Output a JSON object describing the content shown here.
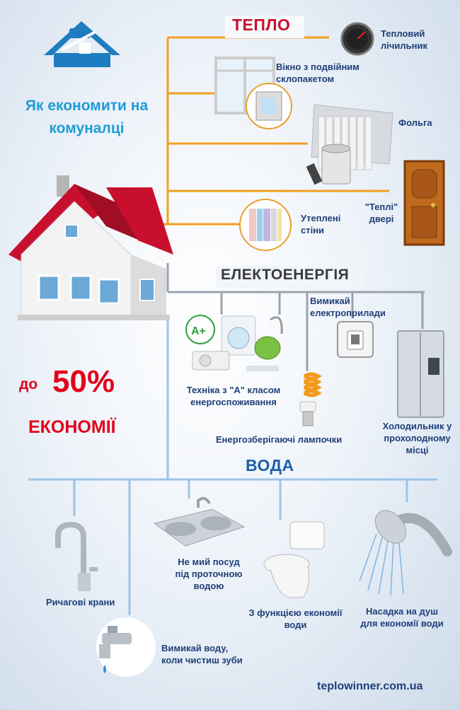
{
  "headline": {
    "line1": "Як економити на",
    "line2": "комуналці"
  },
  "savings": {
    "prefix": "до",
    "percent": "50%",
    "word": "ЕКОНОМІЇ"
  },
  "sections": {
    "heat": {
      "title": "ТЕПЛО",
      "items": [
        {
          "label_l1": "Тепловий",
          "label_l2": "лічильник"
        },
        {
          "label_l1": "Вікно з подвійним",
          "label_l2": "склопакетом"
        },
        {
          "label_l1": "Фольга"
        },
        {
          "label_l1": "\"Теплі\"",
          "label_l2": "двері"
        },
        {
          "label_l1": "Утеплені",
          "label_l2": "стіни"
        }
      ]
    },
    "electricity": {
      "title": "ЕЛЕКТОЕНЕРГІЯ",
      "items": [
        {
          "label_l1": "Вимикай",
          "label_l2": "електроприлади"
        },
        {
          "label_l1": "Техніка з \"А\" класом",
          "label_l2": "енергоспоживання"
        },
        {
          "label_l1": "Енергозберігаючі лампочки"
        },
        {
          "label_l1": "Холодильник у",
          "label_l2": "прохолодному",
          "label_l3": "місці"
        }
      ]
    },
    "water": {
      "title": "ВОДА",
      "items": [
        {
          "label_l1": "Ричагові крани"
        },
        {
          "label_l1": "Не мий посуд",
          "label_l2": "під проточною",
          "label_l3": "водою"
        },
        {
          "label_l1": "З функцією економії",
          "label_l2": "води"
        },
        {
          "label_l1": "Насадка на душ",
          "label_l2": "для економії води"
        },
        {
          "label_l1": "Вимикай воду,",
          "label_l2": "коли чистиш зуби"
        }
      ]
    }
  },
  "footer": {
    "site": "teplowinner.com.ua"
  },
  "colors": {
    "heat_line": "#f0a020",
    "electric_line": "#9aa3ad",
    "water_line": "#9cc3e6",
    "accent_red": "#e3001b",
    "label_blue": "#1f3f78"
  },
  "icons": [
    "logo-house-icon",
    "house-icon",
    "meter-icon",
    "window-icon",
    "radiator-icon",
    "paint-bucket-icon",
    "door-icon",
    "wall-insulation-icon",
    "a-plus-appliances-icon",
    "light-switch-icon",
    "fridge-icon",
    "energy-lamp-icon",
    "faucet-icon",
    "sink-icon",
    "toilet-icon",
    "shower-head-icon",
    "tap-drop-icon"
  ]
}
